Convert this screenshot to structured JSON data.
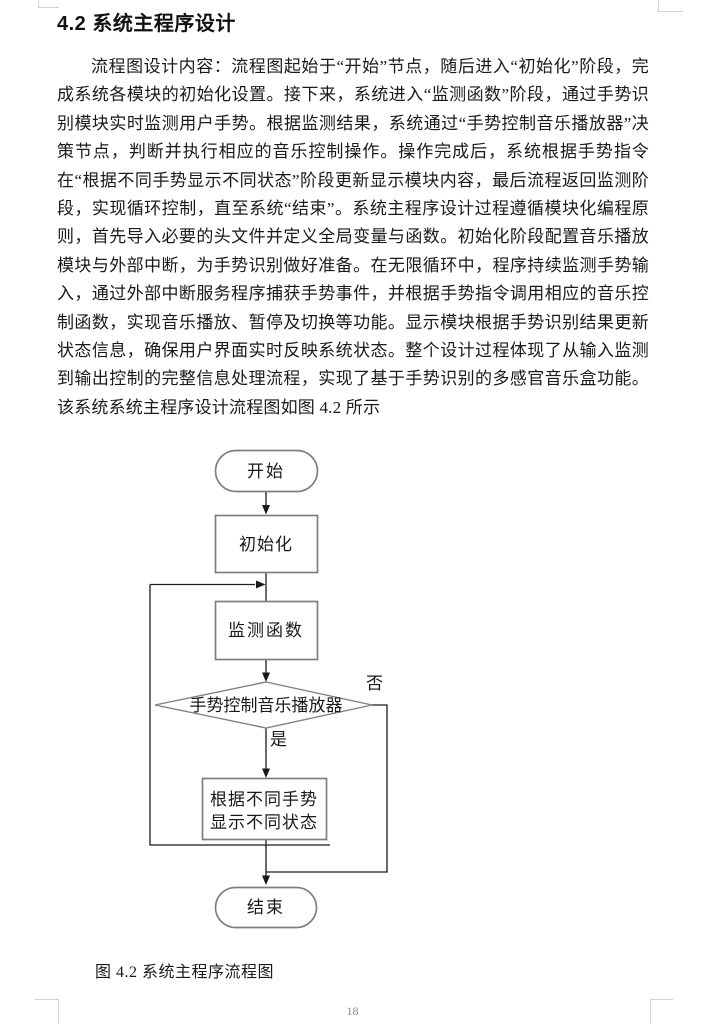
{
  "page": {
    "heading": "4.2 系统主程序设计",
    "paragraph": "流程图设计内容：流程图起始于“开始”节点，随后进入“初始化”阶段，完成系统各模块的初始化设置。接下来，系统进入“监测函数”阶段，通过手势识别模块实时监测用户手势。根据监测结果，系统通过“手势控制音乐播放器”决策节点，判断并执行相应的音乐控制操作。操作完成后，系统根据手势指令在“根据不同手势显示不同状态”阶段更新显示模块内容，最后流程返回监测阶段，实现循环控制，直至系统“结束”。系统主程序设计过程遵循模块化编程原则，首先导入必要的头文件并定义全局变量与函数。初始化阶段配置音乐播放模块与外部中断，为手势识别做好准备。在无限循环中，程序持续监测手势输入，通过外部中断服务程序捕获手势事件，并根据手势指令调用相应的音乐控制函数，实现音乐播放、暂停及切换等功能。显示模块根据手势识别结果更新状态信息，确保用户界面实时反映系统状态。整个设计过程体现了从输入监测到输出控制的完整信息处理流程，实现了基于手势识别的多感官音乐盒功能。该系统系统主程序设计流程图如图 4.2 所示",
    "caption": "图 4.2 系统主程序流程图",
    "page_number": "18"
  },
  "flowchart": {
    "nodes": [
      {
        "id": "start",
        "type": "terminator",
        "label": "开始"
      },
      {
        "id": "init",
        "type": "process",
        "label": "初始化"
      },
      {
        "id": "monitor",
        "type": "process",
        "label": "监测函数"
      },
      {
        "id": "decision",
        "type": "decision",
        "label": "手势控制音乐播放器"
      },
      {
        "id": "display",
        "type": "process",
        "label_line1": "根据不同手势",
        "label_line2": "显示不同状态"
      },
      {
        "id": "end",
        "type": "terminator",
        "label": "结束"
      }
    ],
    "edge_labels": {
      "yes": "是",
      "no": "否"
    },
    "colors": {
      "shape_border": "#7f7f7f",
      "connector": "#1a1a1a",
      "text": "#1a1a1a"
    }
  }
}
